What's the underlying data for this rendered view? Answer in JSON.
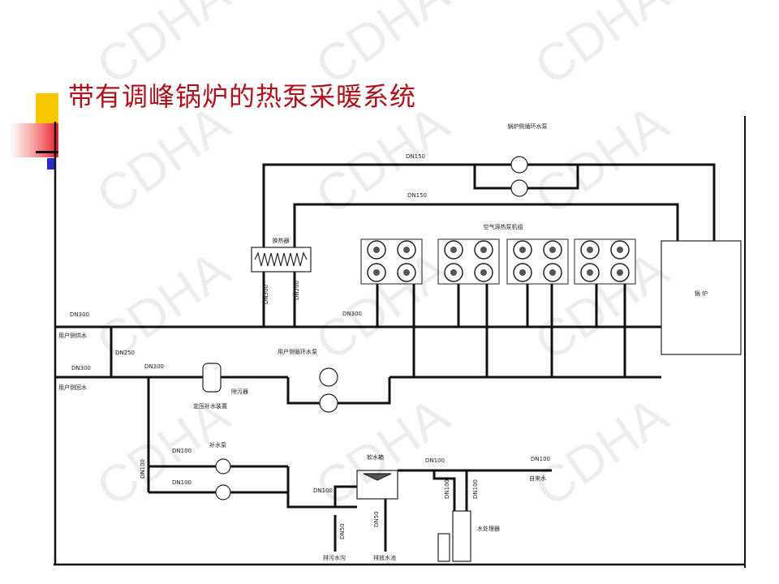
{
  "slide": {
    "title": "带有调峰锅炉的热泵采暖系统",
    "watermark": "CDHA"
  },
  "diagram": {
    "labels": {
      "boiler_pump": "锅炉侧循环水泵",
      "heat_pump_units": "空气源热泵机组",
      "heat_exchanger": "换热器",
      "boiler": "锅 炉",
      "user_supply": "用户侧供水",
      "user_return": "用户侧回水",
      "user_pump": "用户侧循环水泵",
      "dirt_separator": "除污器",
      "expansion": "定压补水装置",
      "makeup_pump": "补水泵",
      "soft_tank": "软水箱",
      "tap_water": "自来水",
      "water_treatment": "水处理器",
      "drain_ditch": "排污水沟",
      "drain_pool": "排放水池"
    },
    "pipe_sizes": {
      "top1": "DN150",
      "top2": "DN150",
      "hx1": "DN300",
      "hx2": "DN200",
      "supply_left": "DN300",
      "supply_mid": "DN300",
      "bypass": "DN250",
      "return_left": "DN300",
      "return_mid": "DN300",
      "makeup_vertical": "DN100",
      "makeup1": "DN100",
      "makeup2": "DN100",
      "tank_in": "DN100",
      "drain1": "DN50",
      "drain2": "DN50",
      "tap1": "DN100",
      "tap2": "DN100",
      "wt1": "DN100",
      "wt2": "DN100"
    }
  },
  "colors": {
    "title": "#b0121b",
    "yellow": "#f5c400",
    "red": "#e8202a",
    "blue": "#2a2ad0"
  }
}
